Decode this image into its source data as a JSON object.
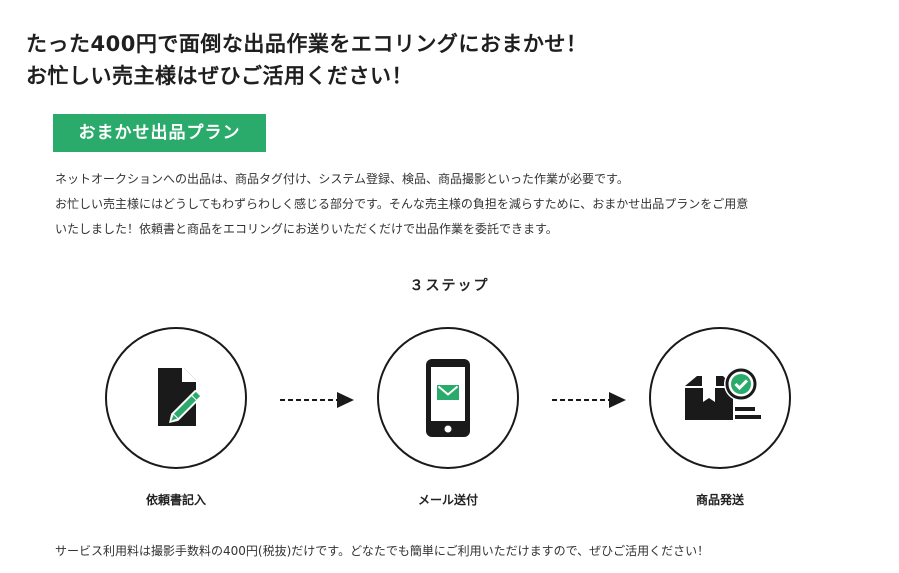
{
  "headline": {
    "line1": "たった400円で面倒な出品作業をエコリングにおまかせ！",
    "line2": "お忙しい売主様はぜひご活用ください！"
  },
  "plan": {
    "badge_label": "おまかせ出品プラン"
  },
  "description": {
    "line1": "ネットオークションへの出品は、商品タグ付け、システム登録、検品、商品撮影といった作業が必要です。",
    "line2": "お忙しい売主様にはどうしてもわずらわしく感じる部分です。そんな売主様の負担を減らすために、おまかせ出品プランをご用意",
    "line3": "いたしました！依頼書と商品をエコリングにお送りいただくだけで出品作業を委託できます。"
  },
  "steps": {
    "title": "３ステップ",
    "items": [
      {
        "label": "依頼書記入",
        "icon": "document-pencil-icon"
      },
      {
        "label": "メール送付",
        "icon": "smartphone-mail-icon"
      },
      {
        "label": "商品発送",
        "icon": "box-check-icon"
      }
    ]
  },
  "footer": {
    "note": "サービス利用料は撮影手数料の400円(税抜)だけです。どなたでも簡単にご利用いただけますので、ぜひご活用ください！"
  },
  "colors": {
    "accent": "#2bab6b",
    "icon": "#1a1a1a",
    "text": "#222222"
  }
}
